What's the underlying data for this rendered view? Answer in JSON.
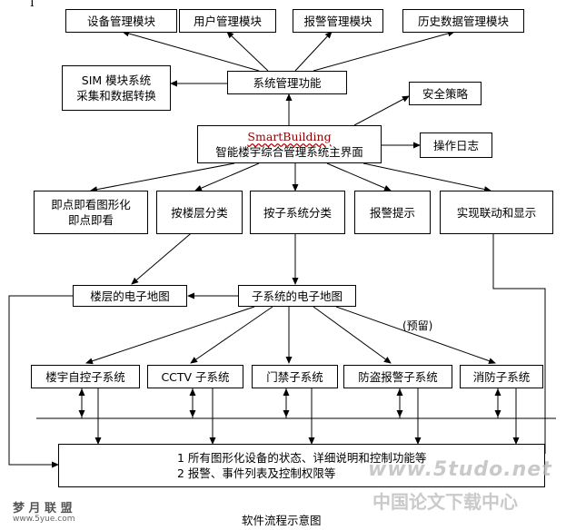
{
  "corner_mark": "I",
  "nodes": {
    "device_mgmt": "设备管理模块",
    "user_mgmt": "用户管理模块",
    "alarm_mgmt": "报警管理模块",
    "history_mgmt": "历史数据管理模块",
    "sim_line1": "SIM 模块系统",
    "sim_line2": "采集和数据转换",
    "system_mgmt": "系统管理功能",
    "security_policy": "安全策略",
    "main_line1": "SmartBuilding",
    "main_line2": "智能楼宇综合管理系统主界面",
    "operation_log": "操作日志",
    "pointview_line1": "即点即看图形化",
    "pointview_line2": "即点即看",
    "by_floor": "按楼层分类",
    "by_subsystem": "按子系统分类",
    "alarm_prompt": "报警提示",
    "linkage": "实现联动和显示",
    "floor_map": "楼层的电子地图",
    "subsystem_map": "子系统的电子地图",
    "reserved": "(预留)",
    "bas": "楼宇自控子系统",
    "cctv": "CCTV 子系统",
    "access": "门禁子系统",
    "burglar": "防盗报警子系统",
    "fire": "消防子系统",
    "bottom_line1": "1 所有图形化设备的状态、详细说明和控制功能等",
    "bottom_line2": "2  报警、事件列表及控制权限等"
  },
  "caption": "软件流程示意图",
  "watermarks": {
    "left_logo": "梦 月 联 盟",
    "left_url": "www.5yue.com",
    "right_url": "www.5tudo.net",
    "right_cn": "中国论文下载中心"
  },
  "colors": {
    "line": "#000000",
    "watermark": "#9a9a9a",
    "smartbuilding": "#8b0000"
  }
}
